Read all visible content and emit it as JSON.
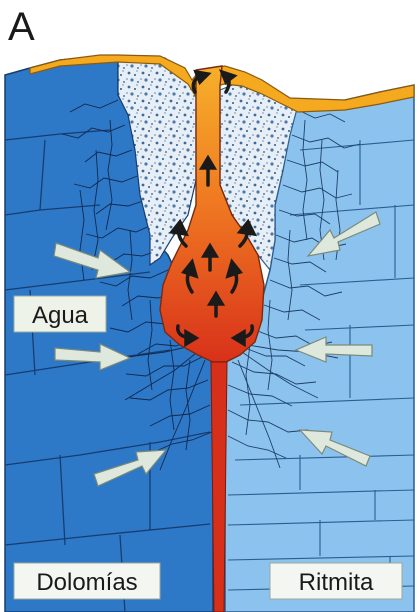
{
  "diagram": {
    "panel_letter": "A",
    "labels": {
      "water": "Agua",
      "left_rock": "Dolomías",
      "right_rock": "Ritmita"
    },
    "colors": {
      "dolomite": "#2e78c8",
      "rhythmite": "#8cc3ee",
      "sediment_cover": "#f4a91e",
      "magma_core": "#e2451c",
      "feeder_dike": "#d6301a",
      "breccia_fill": "#e8eef6",
      "water_arrows": "#dfe8dc"
    }
  }
}
